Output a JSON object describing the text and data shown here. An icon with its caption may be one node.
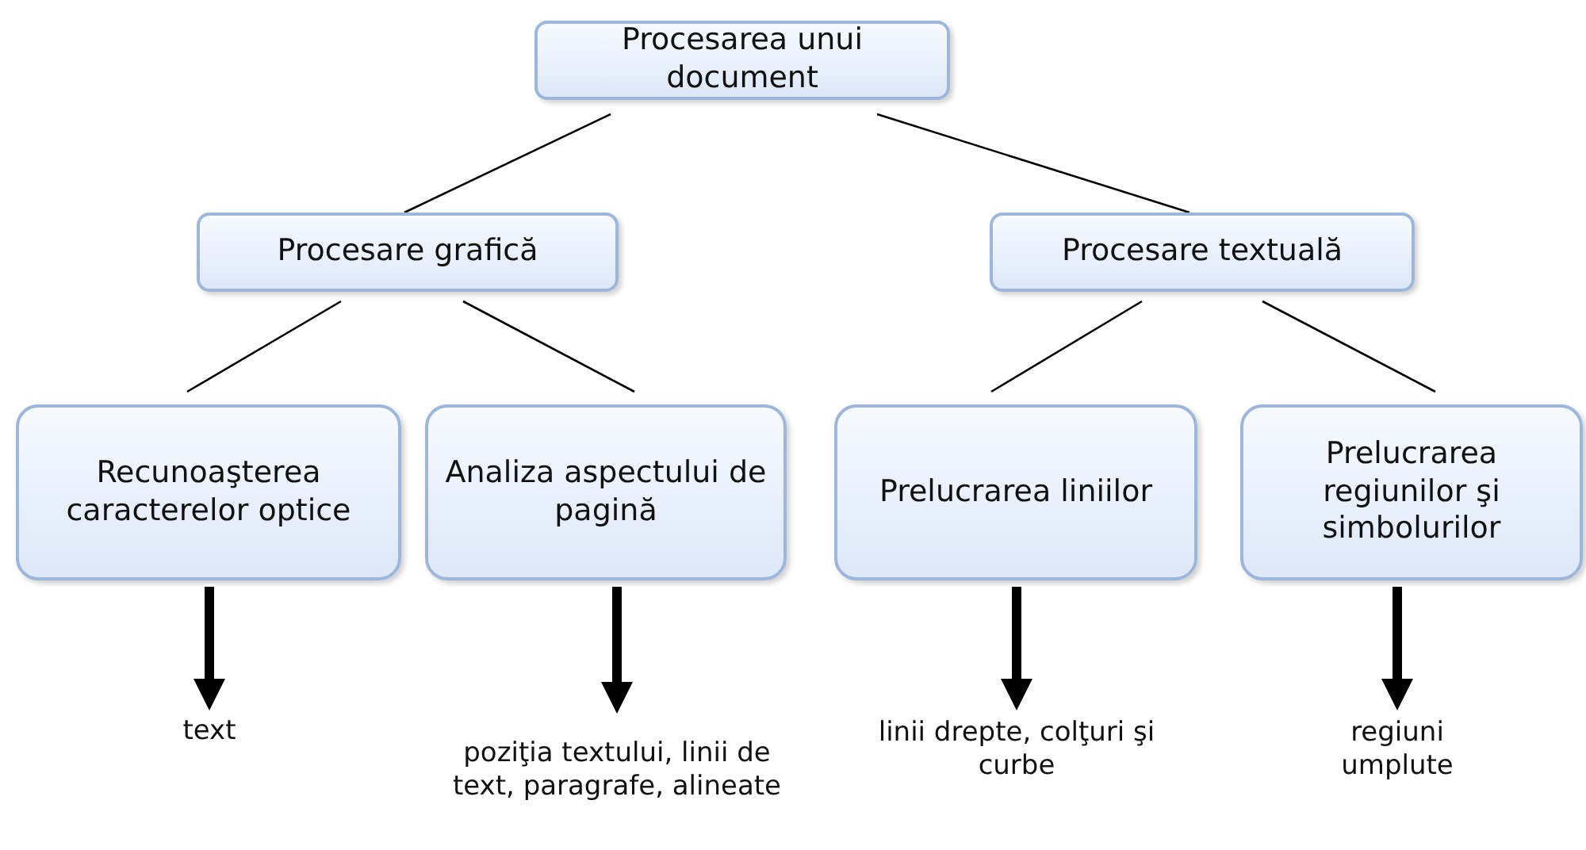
{
  "diagram": {
    "nodes": [
      {
        "text": [
          "Procesarea unui document"
        ]
      },
      {
        "text": [
          "Procesare grafică"
        ]
      },
      {
        "text": [
          "Procesare textuală"
        ]
      },
      {
        "text": [
          "Recunoaşterea caracterelor optice"
        ]
      },
      {
        "text": [
          "Analiza aspectului de pagină"
        ]
      },
      {
        "text": [
          "Prelucrarea liniilor"
        ]
      },
      {
        "text": [
          "Prelucrarea regiunilor şi simbolurilor"
        ]
      },
      {
        "text": [
          "text"
        ]
      },
      {
        "text": [
          "poziţia textului, linii de text, paragrafe, alineate"
        ]
      },
      {
        "text": [
          "linii drepte, colţuri şi curbe"
        ]
      },
      {
        "text": [
          "regiuni umplute"
        ]
      }
    ],
    "edges": [
      {
        "from": 0,
        "to": 1,
        "arrow": "none"
      },
      {
        "from": 0,
        "to": 2,
        "arrow": "none"
      },
      {
        "from": 1,
        "to": 3,
        "arrow": "none"
      },
      {
        "from": 1,
        "to": 4,
        "arrow": "none"
      },
      {
        "from": 2,
        "to": 5,
        "arrow": "none"
      },
      {
        "from": 2,
        "to": 6,
        "arrow": "none"
      },
      {
        "from": 3,
        "to": 7,
        "arrow": "to",
        "style": "thick"
      },
      {
        "from": 4,
        "to": 8,
        "arrow": "to",
        "style": "thick"
      },
      {
        "from": 5,
        "to": 9,
        "arrow": "to",
        "style": "thick"
      },
      {
        "from": 6,
        "to": 10,
        "arrow": "to",
        "style": "thick"
      }
    ]
  }
}
